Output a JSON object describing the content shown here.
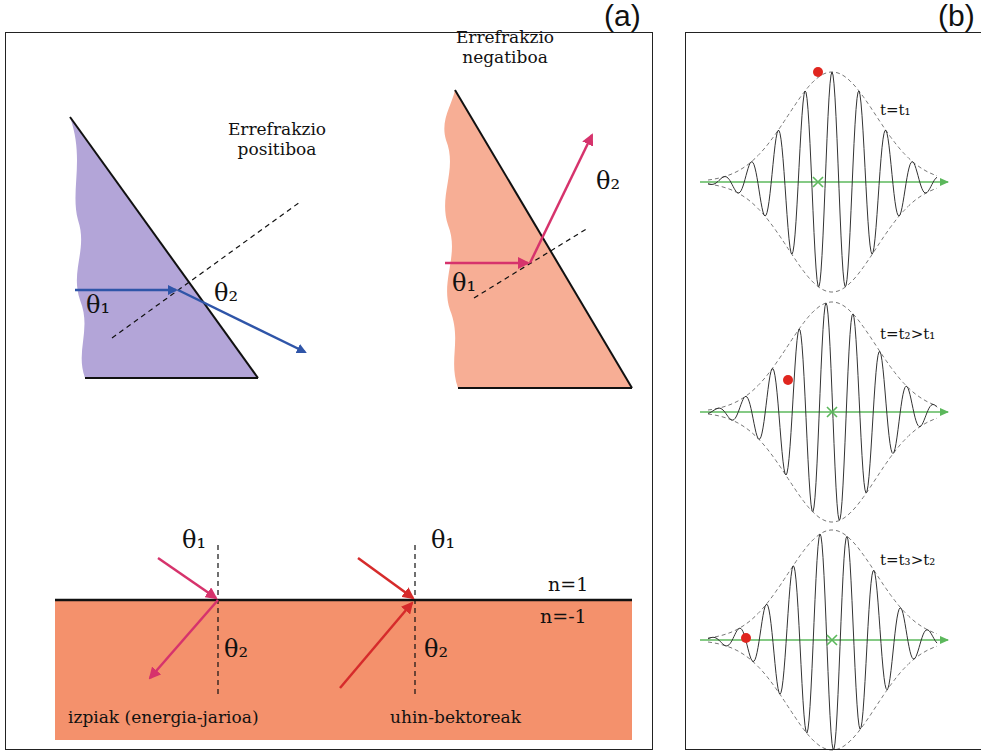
{
  "diagram": {
    "nodes": [
      {
        "text": [
          "(a)"
        ]
      },
      {
        "text": [
          "(b)"
        ]
      }
    ],
    "labels": [
      "Errefrakzio positiboa",
      "θ₁",
      "θ₂",
      "Errefrakzio negatiboa",
      "θ₁",
      "θ₂",
      "θ₁",
      "θ₂",
      "θ₁",
      "θ₂",
      "n=1",
      "n=-1",
      "izpiak (energia-jarioa)",
      "uhin-bektoreak",
      "t=t₁",
      "t=t₂>t₁",
      "t=t₃>t₂"
    ]
  }
}
